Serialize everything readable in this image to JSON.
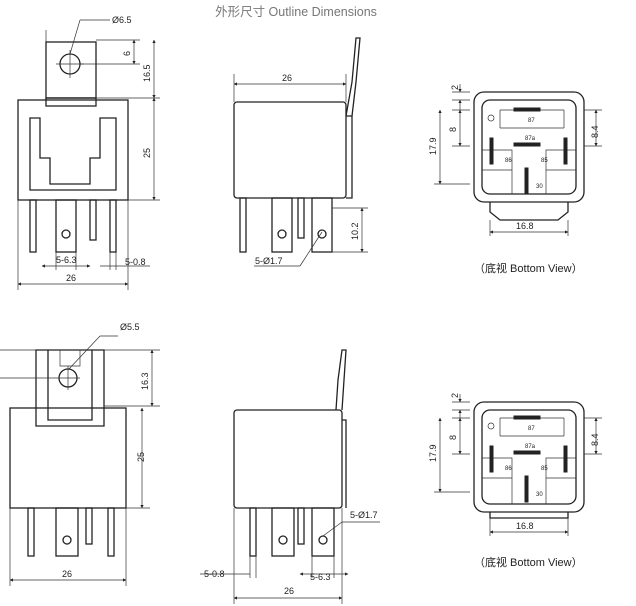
{
  "title": "外形尺寸 Outline Dimensions",
  "caption": "（底视 Bottom View）",
  "top_row": {
    "front": {
      "hole_dia": "Ø6.5",
      "tab_offset": "6",
      "tab_height": "16.5",
      "body_height": "25",
      "pin_width_label": "5-6.3",
      "pin_thick_label": "5-0.8",
      "body_width": "26"
    },
    "side": {
      "body_width": "26",
      "pin_hole_label": "5-Ø1.7",
      "pin_length": "10.2"
    },
    "bottom": {
      "d_top": "2",
      "d_8": "8",
      "d_17_9": "17.9",
      "d_8_4": "8.4",
      "d_16_8": "16.8",
      "pins": [
        "87",
        "87a",
        "86",
        "85",
        "30"
      ]
    }
  },
  "bottom_row": {
    "front": {
      "hole_dia": "Ø5.5",
      "tab_height": "16.3",
      "body_height": "25",
      "body_width": "26"
    },
    "side": {
      "pin_hole_label": "5-Ø1.7",
      "pin_thick_label": "5-0.8",
      "pin_width_label": "5-6.3",
      "body_width": "26"
    },
    "bottom": {
      "d_top": "2",
      "d_8": "8",
      "d_17_9": "17.9",
      "d_8_4": "8.4",
      "d_16_8": "16.8",
      "pins": [
        "87",
        "87a",
        "86",
        "85",
        "30"
      ]
    }
  }
}
